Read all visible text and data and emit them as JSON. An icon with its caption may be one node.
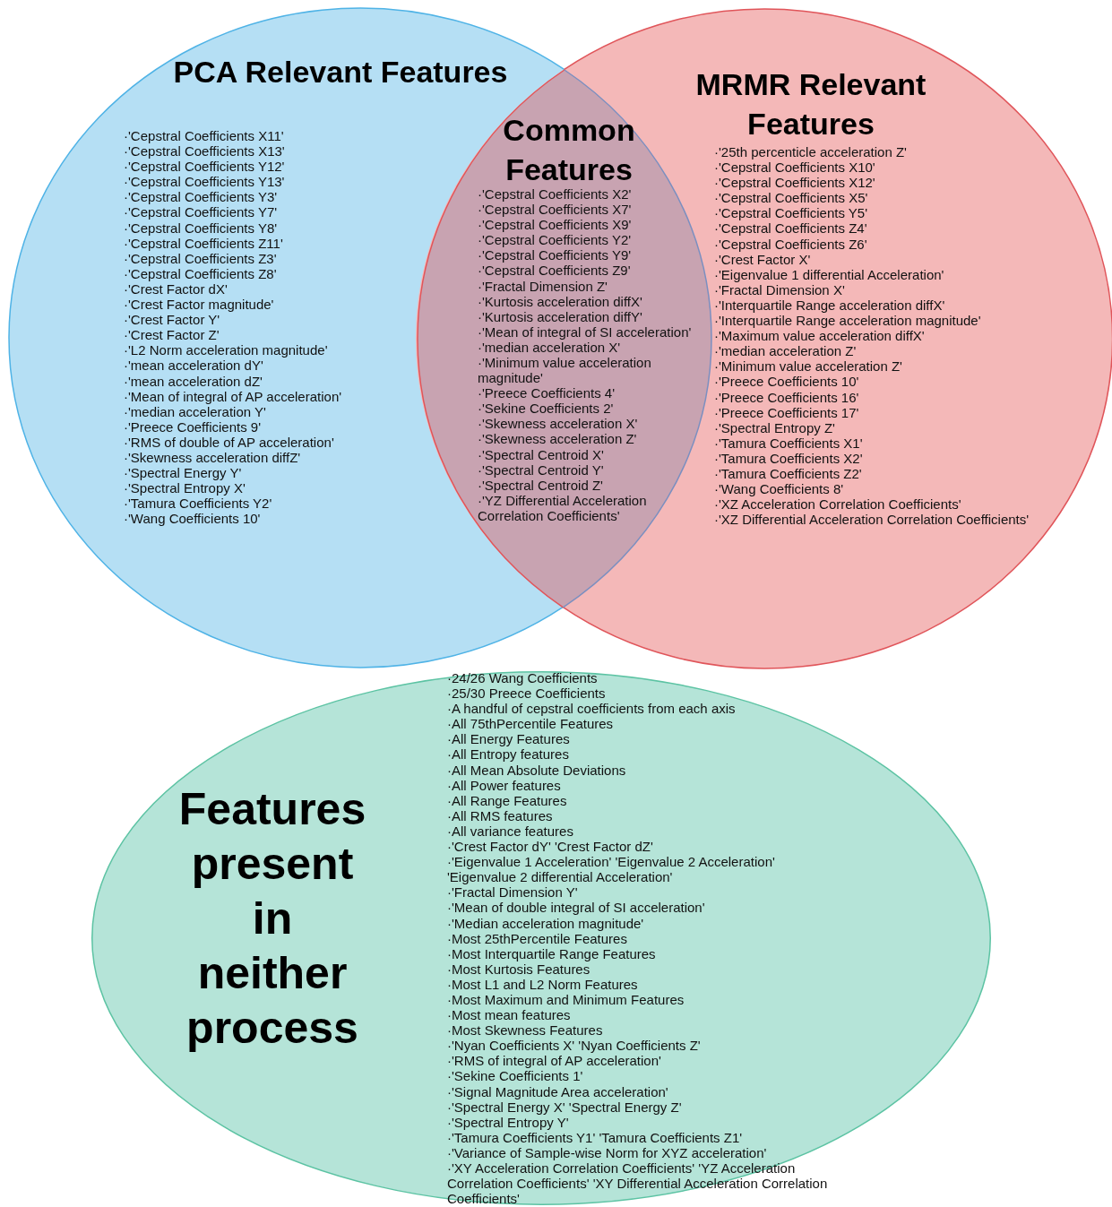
{
  "diagram": {
    "nodes": [
      {
        "text": [
          "PCA Relevant Features",
          "·'Cepstral Coefficients X11'",
          "·'Cepstral Coefficients X13'",
          "·'Cepstral Coefficients Y12'",
          "·'Cepstral Coefficients Y13'",
          "·'Cepstral Coefficients Y3'",
          "·'Cepstral Coefficients Y7'",
          "·'Cepstral Coefficients Y8'",
          "·'Cepstral Coefficients Z11'",
          "·'Cepstral Coefficients Z3'",
          "·'Cepstral Coefficients Z8'",
          "·'Crest Factor dX'",
          "·'Crest Factor magnitude'",
          "·'Crest Factor Y'",
          "·'Crest Factor Z'",
          "·'L2 Norm acceleration magnitude'",
          "·'mean acceleration dY'",
          "·'mean acceleration dZ'",
          "·'Mean of integral of AP acceleration'",
          "·'median acceleration Y'",
          "·'Preece Coefficients 9'",
          "·'RMS of double of AP acceleration'",
          "·'Skewness acceleration diffZ'",
          "·'Spectral Energy Y'",
          "·'Spectral Entropy X'",
          "·'Tamura Coefficients Y2'",
          "·'Wang Coefficients 10'"
        ]
      },
      {
        "text": [
          "MRMR Relevant Features",
          "·'25th percenticle acceleration Z'",
          "·'Cepstral Coefficients X10'",
          "·'Cepstral Coefficients X12'",
          "·'Cepstral Coefficients X5'",
          "·'Cepstral Coefficients Y5'",
          "·'Cepstral Coefficients Z4'",
          "·'Cepstral Coefficients Z6'",
          "·'Crest Factor X'",
          "·'Eigenvalue 1 differential Acceleration'",
          "·'Fractal Dimension X'",
          "·'Interquartile Range acceleration diffX'",
          "·'Interquartile Range acceleration magnitude'",
          "·'Maximum value acceleration diffX'",
          "·'median acceleration Z'",
          "·'Minimum value acceleration Z'",
          "·'Preece Coefficients 10'",
          "·'Preece Coefficients 16'",
          "·'Preece Coefficients 17'",
          "·'Spectral Entropy Z'",
          "·'Tamura Coefficients X1'",
          "·'Tamura Coefficients X2'",
          "·'Tamura Coefficients Z2'",
          "·'Wang Coefficients 8'",
          "·'XZ Acceleration Correlation Coefficients'",
          "·'XZ Differential Acceleration Correlation Coefficients'"
        ]
      },
      {
        "text": [
          "Common Features",
          "·'Cepstral Coefficients X2'",
          "·'Cepstral Coefficients X7'",
          "·'Cepstral Coefficients X9'",
          "·'Cepstral Coefficients Y2'",
          "·'Cepstral Coefficients Y9'",
          "·'Cepstral Coefficients Z9'",
          "·'Fractal Dimension Z'",
          "·'Kurtosis acceleration diffX'",
          "·'Kurtosis acceleration diffY'",
          "·'Mean of integral of SI acceleration'",
          "·'median acceleration X'",
          "·'Minimum value acceleration magnitude'",
          "·'Preece Coefficients 4'",
          "·'Sekine Coefficients 2'",
          "·'Skewness acceleration X'",
          "·'Skewness acceleration Z'",
          "·'Spectral Centroid X'",
          "·'Spectral Centroid Y'",
          "·'Spectral Centroid Z'",
          "·'YZ Differential Acceleration Correlation Coefficients'"
        ]
      },
      {
        "text": [
          "Features present in neither process",
          "·24/26 Wang Coefficients",
          "·25/30 Preece Coefficients",
          "·A handful of cepstral coefficients from each axis",
          "·All 75thPercentile Features",
          "·All Energy Features",
          "·All Entropy features",
          "·All Mean Absolute Deviations",
          "·All Power features",
          "·All Range Features",
          "·All RMS features",
          "·All variance features",
          "·'Crest Factor dY' 'Crest Factor dZ'",
          "·'Eigenvalue 1 Acceleration' 'Eigenvalue 2 Acceleration' 'Eigenvalue 2 differential Acceleration'",
          "·'Fractal Dimension Y'",
          "·'Mean of double integral of SI acceleration'",
          "·'Median acceleration magnitude'",
          "·Most 25thPercentile Features",
          "·Most Interquartile Range Features",
          "·Most Kurtosis Features",
          "·Most L1 and L2 Norm Features",
          "·Most Maximum and Minimum Features",
          "·Most mean features",
          "·Most Skewness Features",
          "·'Nyan Coefficients X' 'Nyan Coefficients Z'",
          "·'RMS of integral of AP acceleration'",
          "·'Sekine Coefficients 1'",
          "·'Signal Magnitude Area acceleration'",
          "·'Spectral Energy X' 'Spectral Energy Z'",
          "·'Spectral Entropy Y'",
          "·'Tamura Coefficients Y1' 'Tamura Coefficients Z1'",
          "·'Variance of Sample-wise Norm for XYZ acceleration'",
          "·'XY Acceleration Correlation Coefficients' 'YZ Acceleration Correlation Coefficients' 'XY Differential Acceleration Correlation Coefficients'"
        ]
      }
    ]
  }
}
